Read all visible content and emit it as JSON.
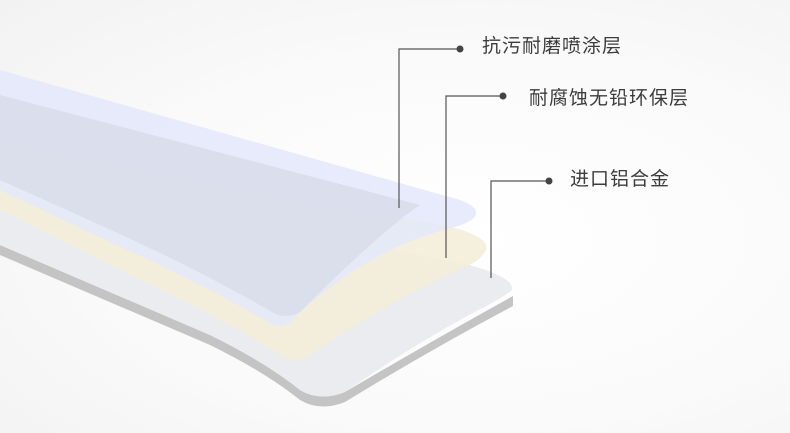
{
  "callouts": {
    "coating": "抗污耐磨喷涂层",
    "anticorrosion": "耐腐蚀无铅环保层",
    "alloy": "进口铝合金"
  },
  "colors": {
    "coating_layer": "#e3e8fa",
    "anticorrosion_layer": "#f4edd9",
    "alloy_layer": "#e9ebef",
    "alloy_edge": "#c4c4c4",
    "leader_line": "#555555"
  }
}
